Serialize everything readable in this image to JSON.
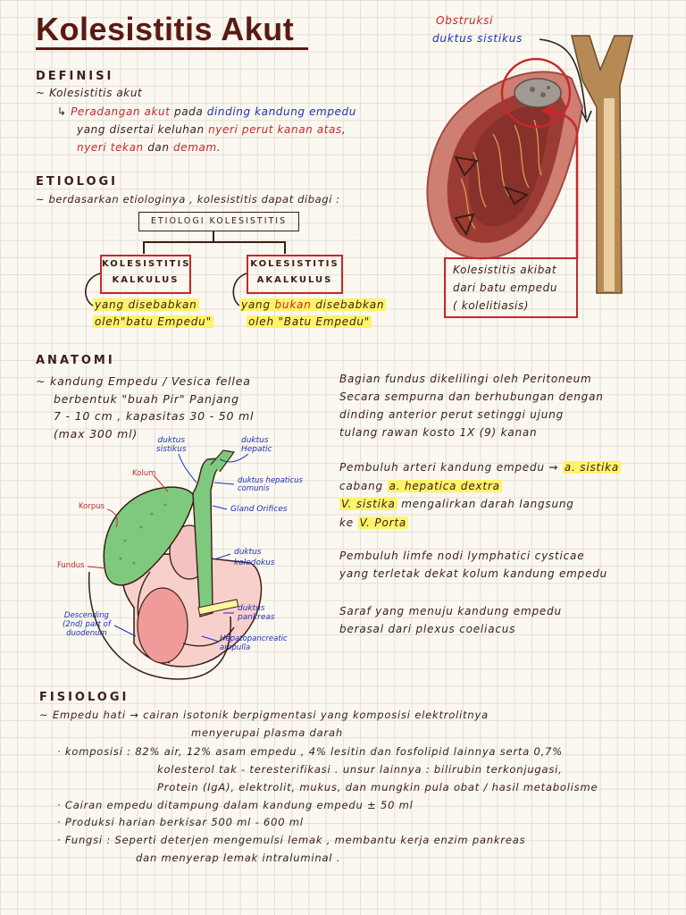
{
  "title": "Kolesistitis Akut",
  "colors": {
    "accent_red": "#c8282a",
    "accent_blue": "#1b30b8",
    "highlight": "#fff36b",
    "title": "#5a1a14"
  },
  "definisi": {
    "heading": "DEFINISI",
    "line1": "~ Kolesistitis akut",
    "arrow": "↳",
    "l2_a": "Peradangan akut",
    "l2_b": " pada ",
    "l2_c": "dinding kandung empedu",
    "l3_a": "yang disertai keluhan ",
    "l3_b": "nyeri perut kanan atas",
    "l3_c": ",",
    "l4_a": "nyeri tekan",
    "l4_b": " dan ",
    "l4_c": "demam",
    "l4_d": "."
  },
  "etiologi": {
    "heading": "ETIOLOGI",
    "line1": "~ berdasarkan etiologinya , kolesistitis dapat dibagi :",
    "root": "ETIOLOGI KOLESISTITIS",
    "left_box_1": "KOLESISTITIS",
    "left_box_2": "KALKULUS",
    "right_box_1": "KOLESISTITIS",
    "right_box_2": "AKALKULUS",
    "left_note_1": "yang disebabkan",
    "left_note_2": "oleh\"batu Empedu\"",
    "right_note_a": "yang ",
    "right_note_b": "bukan",
    "right_note_c": " disebabkan",
    "right_note_2": "oleh \"Batu Empedu\""
  },
  "illustration": {
    "obstruksi": "Obstruksi",
    "duktus_sistikus": "duktus sistikus",
    "caption_1": "Kolesistitis akibat",
    "caption_2": "dari batu empedu",
    "caption_3": "( kolelitiasis)"
  },
  "anatomi": {
    "heading": "ANATOMI",
    "left": [
      "~ kandung Empedu / Vesica fellea",
      "berbentuk \"buah Pir\" Panjang",
      "7 - 10 cm , kapasitas  30 - 50 ml",
      "(max 300 ml)"
    ],
    "right_1": [
      "Bagian fundus dikelilingi oleh Peritoneum",
      "Secara sempurna dan berhubungan dengan",
      "dinding anterior perut setinggi ujung",
      "tulang rawan kosto 1X (9) kanan"
    ],
    "r2_l1_a": "Pembuluh arteri kandung empedu ⇝ ",
    "r2_l1_b": "a. sistika",
    "r2_l2_a": "cabang ",
    "r2_l2_b": "a. hepatica dextra",
    "r2_l3_a": "V. sistika",
    "r2_l3_b": " mengalirkan darah langsung",
    "r2_l4_a": "ke ",
    "r2_l4_b": "V. Porta",
    "right_3": [
      "Pembuluh limfe nodi lymphatici cysticae",
      "yang terletak dekat kolum kandung empedu"
    ],
    "right_4": [
      "Saraf yang menuju kandung empedu",
      "berasal dari plexus coeliacus"
    ],
    "diagram": {
      "duktus_sistikus": "duktus\nsistikus",
      "duktus_hepatic": "duktus\nHepatic",
      "kolum": "Kolum",
      "korpus": "Korpus",
      "fundus": "Fundus",
      "hepaticus_comunis": "duktus hepaticus\ncomunis",
      "gland_orifices": "Gland Orifices",
      "koledokus": "duktus\nkoledokus",
      "pankreas": "duktus\npankreas",
      "descending": "Descending\n(2nd) part of\nduodenum",
      "ampulla": "Hepatopancreatic\nampulla"
    }
  },
  "fisiologi": {
    "heading": "FISIOLOGI",
    "lines": [
      "~ Empedu hati → cairan isotonik berpigmentasi yang komposisi elektrolitnya",
      "menyerupai plasma darah",
      "· komposisi :  82% air, 12% asam empedu , 4% lesitin dan fosfolipid lainnya serta 0,7%",
      "kolesterol tak - teresterifikasi . unsur lainnya : bilirubin terkonjugasi,",
      "Protein (IgA), elektrolit, mukus, dan mungkin pula obat / hasil metabolisme",
      "· Cairan empedu ditampung dalam kandung empedu ± 50 ml",
      "· Produksi harian berkisar 500 ml - 600 ml",
      "· Fungsi  : Seperti deterjen mengemulsi lemak , membantu kerja enzim pankreas",
      "dan menyerap lemak intraluminal ."
    ]
  }
}
